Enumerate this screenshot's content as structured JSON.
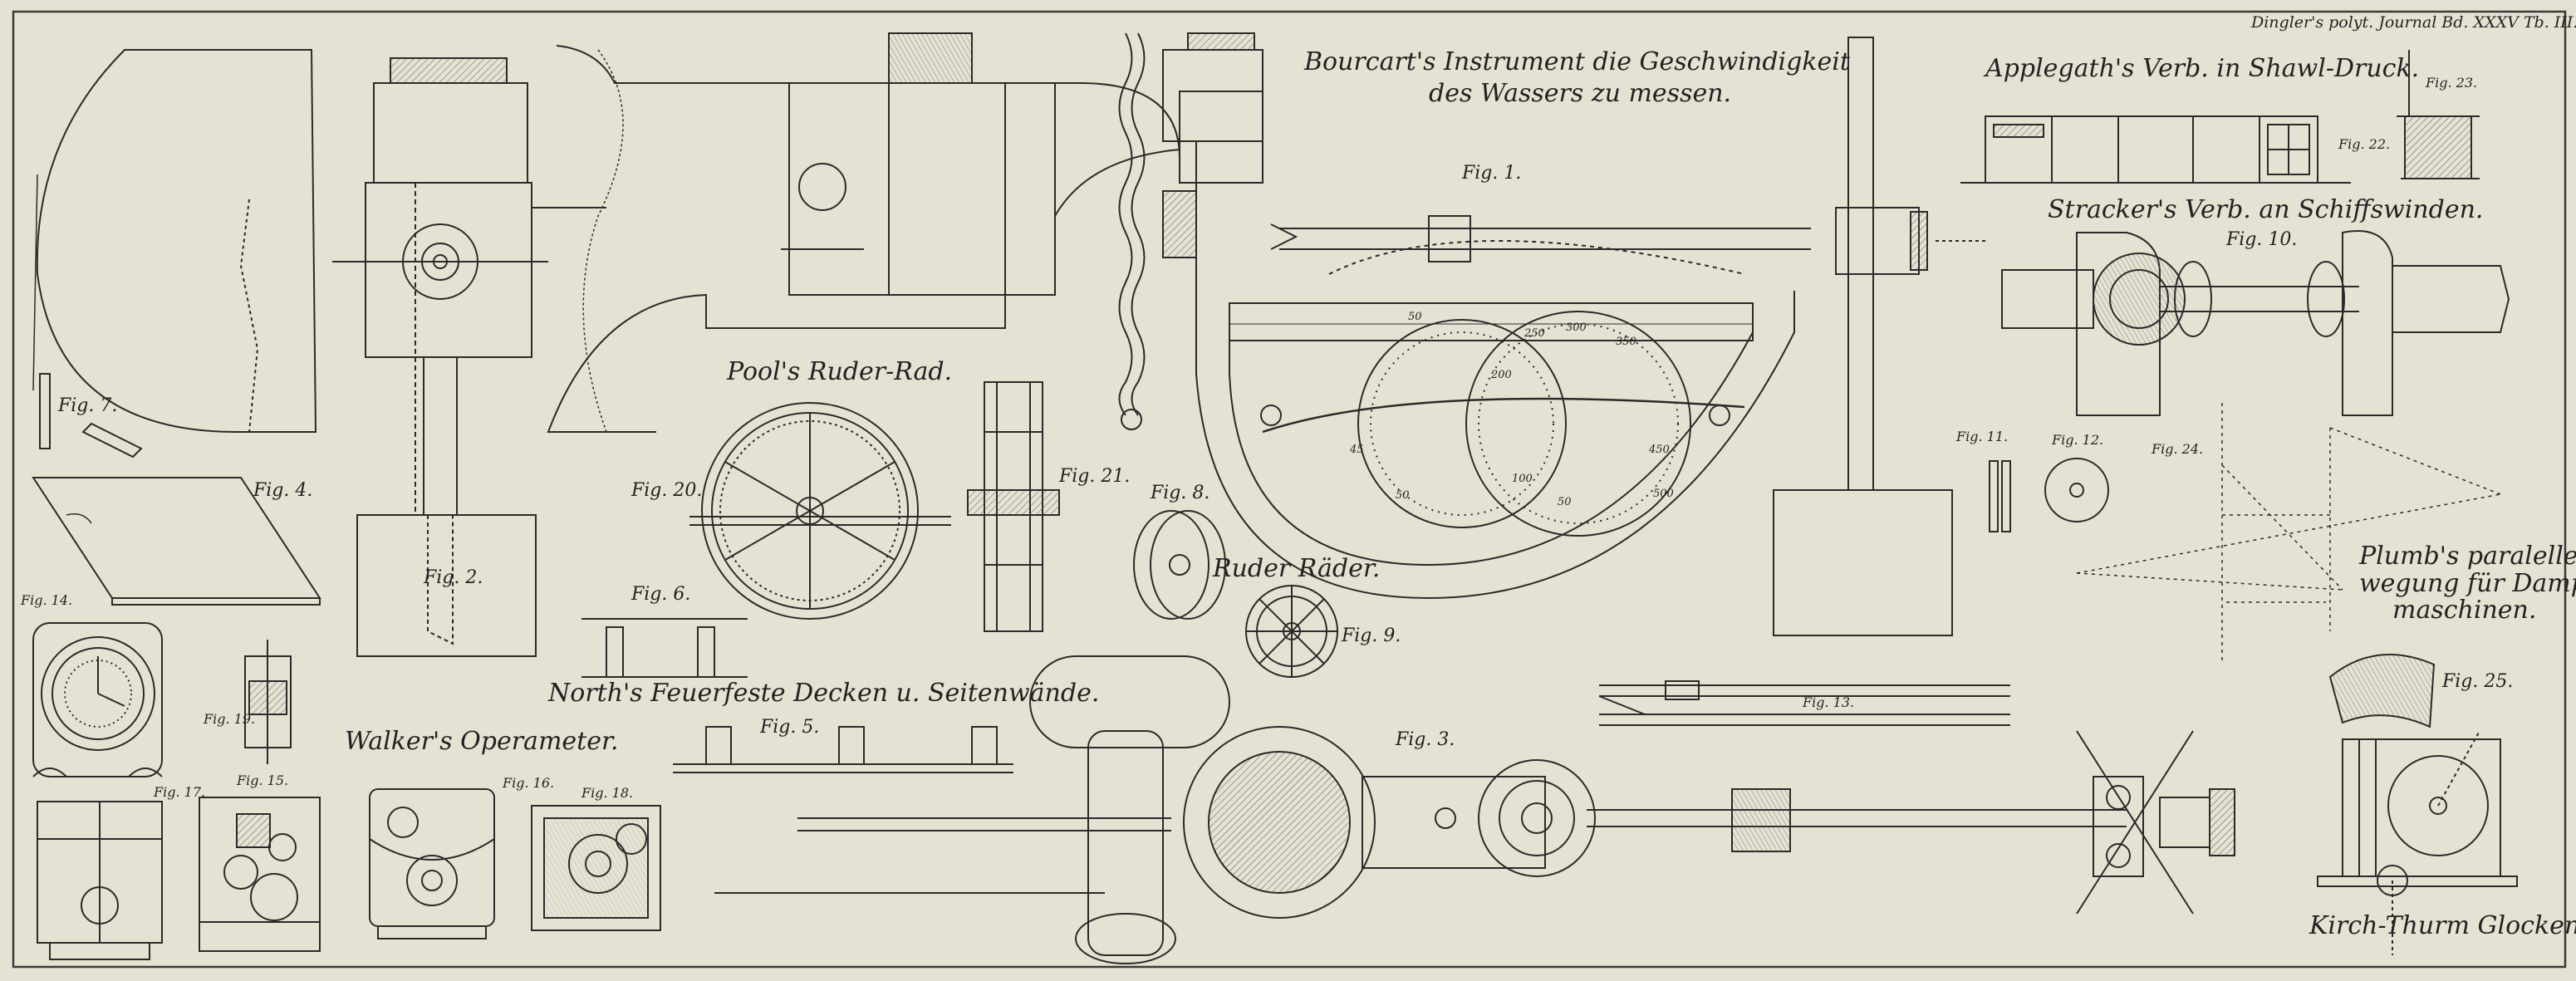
{
  "plate": {
    "header": "Dingler's polyt. Journal Bd. XXXV Tb. III.",
    "colors": {
      "paper": "#e6e2d3",
      "ink": "#2a2a2a",
      "frame": "#3a3a3a"
    }
  },
  "titles": {
    "bourcart_1": "Bourcart's Instrument die Geschwindigkeit",
    "bourcart_2": "des Wassers zu messen.",
    "applegath": "Applegath's Verb. in Shawl-Druck.",
    "stracker": "Stracker's Verb. an Schiffswinden.",
    "pool": "Pool's Ruder-Rad.",
    "north": "North's Feuerfeste Decken u. Seitenwände.",
    "walker": "Walker's Operameter.",
    "ruder": "Ruder Räder.",
    "plumb_1": "Plumb's paralelle Be-",
    "plumb_2": "wegung für Dampf-",
    "plumb_3": "maschinen.",
    "kirch": "Kirch-Thurm Glocken."
  },
  "figures": {
    "f1": "Fig. 1.",
    "f2": "Fig. 2.",
    "f3": "Fig. 3.",
    "f4": "Fig. 4.",
    "f5": "Fig. 5.",
    "f6": "Fig. 6.",
    "f7": "Fig. 7.",
    "f8": "Fig. 8.",
    "f9": "Fig. 9.",
    "f10": "Fig. 10.",
    "f11": "Fig. 11.",
    "f12": "Fig. 12.",
    "f13": "Fig. 13.",
    "f14": "Fig. 14.",
    "f15": "Fig. 15.",
    "f16": "Fig. 16.",
    "f17": "Fig. 17.",
    "f18": "Fig. 18.",
    "f19": "Fig. 19.",
    "f20": "Fig. 20.",
    "f21": "Fig. 21.",
    "f22": "Fig. 22.",
    "f23": "Fig. 23.",
    "f24": "Fig. 24.",
    "f25": "Fig. 25."
  },
  "dial_numbers": [
    "50",
    "250",
    "300",
    "350",
    "200",
    "45",
    "450",
    "100",
    "50",
    "500",
    "50"
  ]
}
